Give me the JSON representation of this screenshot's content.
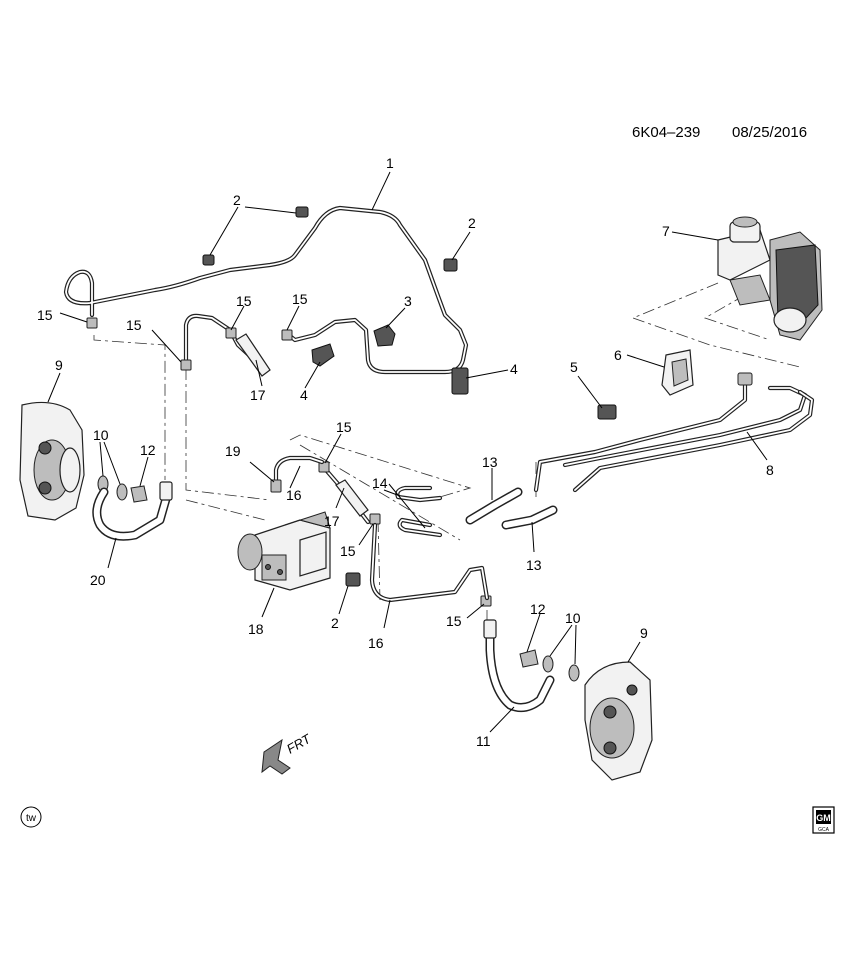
{
  "header": {
    "doc_id": "6K04–239",
    "date": "08/25/2016"
  },
  "callouts": {
    "c1": "1",
    "c2": "2",
    "c3": "3",
    "c4": "4",
    "c5": "5",
    "c6": "6",
    "c7": "7",
    "c8": "8",
    "c9": "9",
    "c10": "10",
    "c11": "11",
    "c12": "12",
    "c13": "13",
    "c14": "14",
    "c15": "15",
    "c16": "16",
    "c17": "17",
    "c18": "18",
    "c19": "19",
    "c20": "20"
  },
  "direction_label": "FRT",
  "footer": {
    "tw_badge": "tw",
    "gm_logo": "GM",
    "gm_sub": "GCA"
  }
}
